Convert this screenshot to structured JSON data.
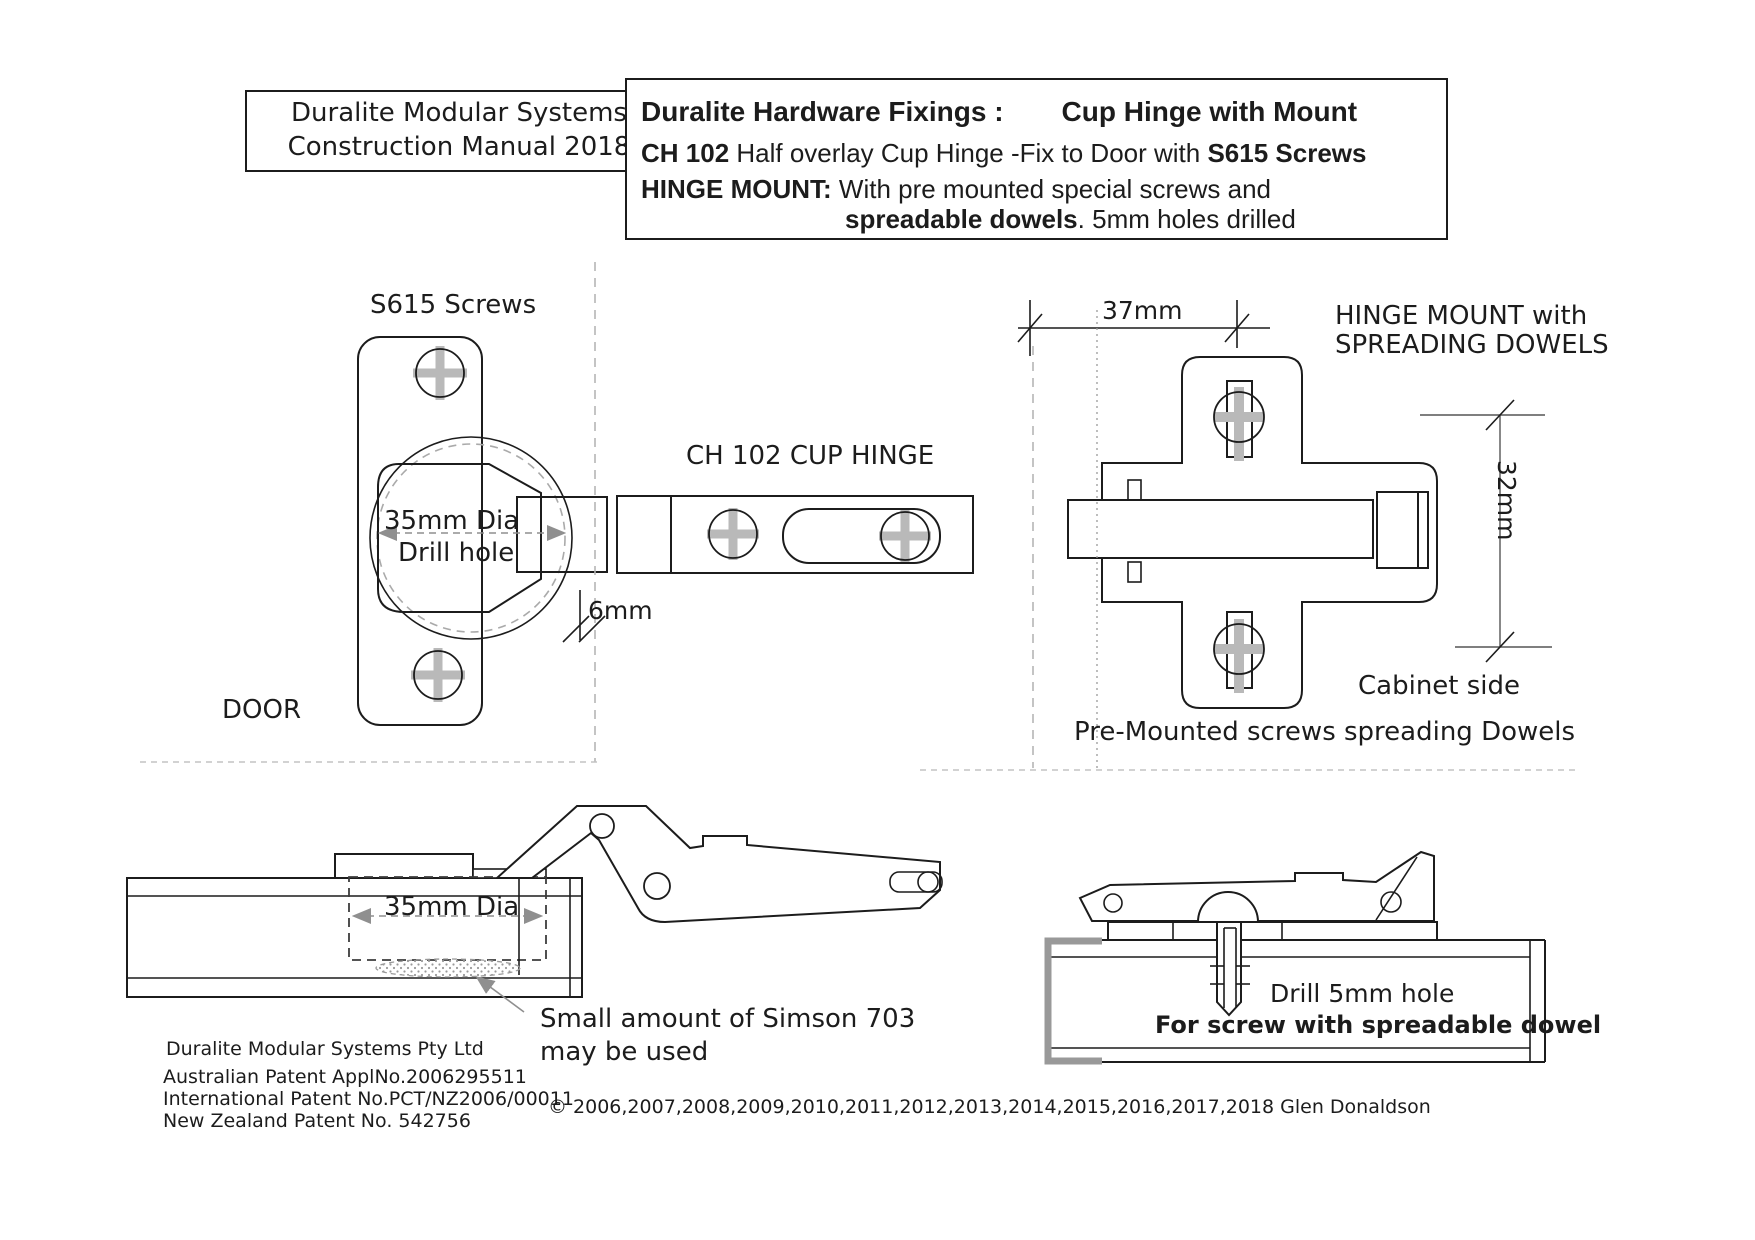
{
  "colors": {
    "ink": "#1c1c1c",
    "screw_gray": "#b9b9b9",
    "dim_gray": "#8f8f8f",
    "light_dash": "#b5b5b5"
  },
  "title_box": {
    "line1": "Duralite Modular Systems",
    "line2": "Construction Manual 2018"
  },
  "header_box": {
    "l1_left": "Duralite Hardware Fixings :",
    "l1_right": "Cup Hinge with Mount",
    "l2_code": "CH 102",
    "l2_text": "Half overlay Cup Hinge -Fix to Door with",
    "l2_bold": "S615 Screws",
    "l3_label": "HINGE MOUNT:",
    "l3_text": "With pre mounted special screws and",
    "l4_bold": "spreadable dowels",
    "l4_text": ". 5mm holes drilled"
  },
  "door_front": {
    "screws_label": "S615 Screws",
    "dia_label": "35mm Dia",
    "hole_label": "Drill hole",
    "gap_label": "6mm",
    "door_label": "DOOR"
  },
  "hinge_top": {
    "label": "CH 102 CUP HINGE"
  },
  "mount_front": {
    "width_dim": "37mm",
    "height_dim": "32mm",
    "title_line1": "HINGE MOUNT with",
    "title_line2": "SPREADING DOWELS",
    "cabinet_label": "Cabinet side",
    "caption": "Pre-Mounted screws spreading Dowels"
  },
  "door_section": {
    "dia_label": "35mm Dia",
    "note_line1": "Small amount of Simson 703",
    "note_line2": "may be used"
  },
  "mount_section": {
    "drill_label": "Drill 5mm hole",
    "screw_note": "For screw with spreadable dowel"
  },
  "footer": {
    "company": "Duralite Modular Systems Pty Ltd",
    "patent_au": "Australian Patent ApplNo.2006295511",
    "patent_intl": "International Patent No.PCT/NZ2006/00011",
    "patent_nz": "New Zealand Patent No. 542756",
    "copyright": "© 2006,2007,2008,2009,2010,2011,2012,2013,2014,2015,2016,2017,2018 Glen Donaldson"
  }
}
